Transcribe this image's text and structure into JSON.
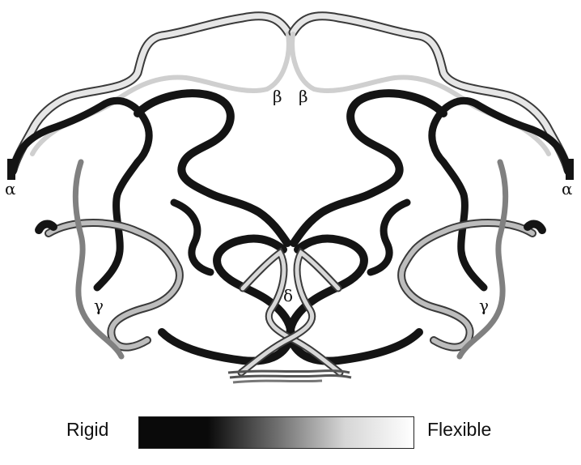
{
  "labels": {
    "alpha_left": "α",
    "alpha_right": "α",
    "beta_left": "β",
    "beta_right": "β",
    "gamma_left": "γ",
    "gamma_right": "γ",
    "delta": "δ"
  },
  "legend": {
    "left_label": "Rigid",
    "right_label": "Flexible",
    "gradient_colors": [
      "#0a0a0a",
      "#0a0a0a",
      "#6e6e6e",
      "#d6d6d6",
      "#ffffff"
    ]
  },
  "colors": {
    "rigid": "#141414",
    "mid": "#8a8a8a",
    "flexible": "#e8e8e8",
    "outline": "#333333"
  }
}
